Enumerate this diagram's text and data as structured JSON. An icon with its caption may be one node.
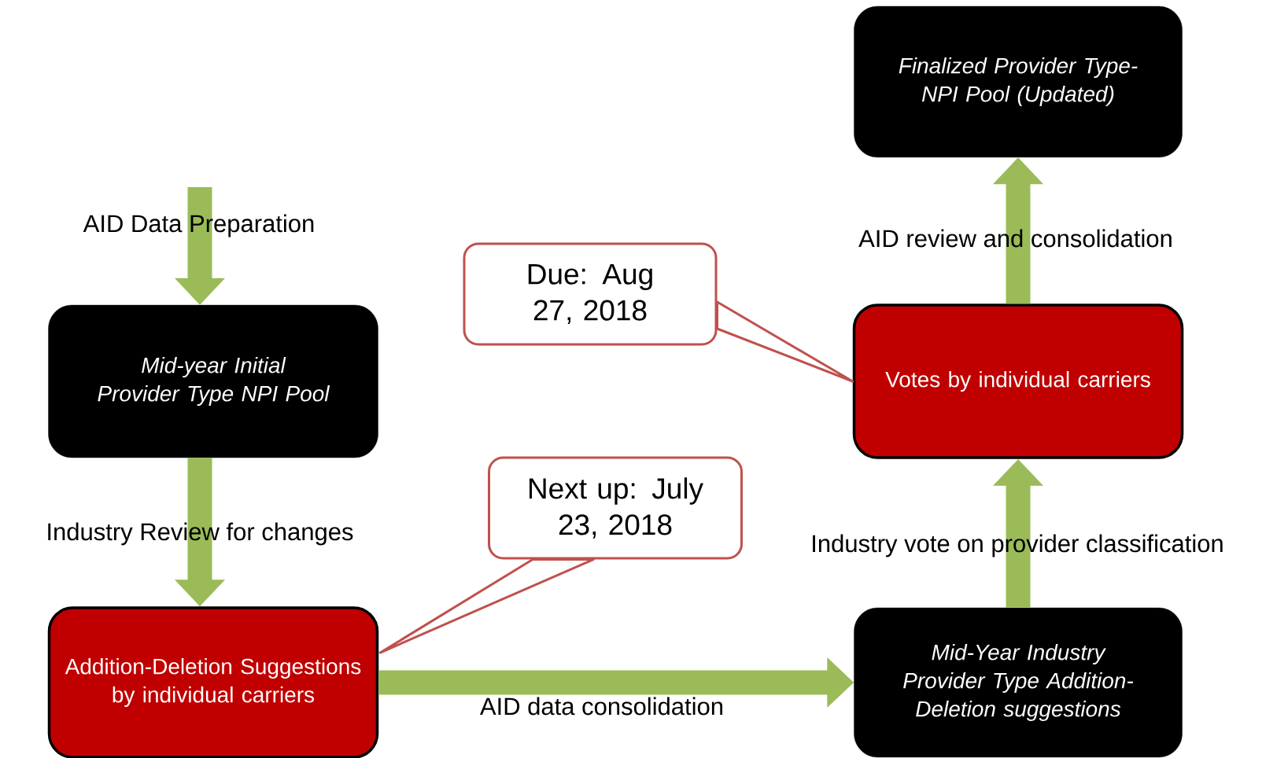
{
  "diagram": {
    "nodes": [
      {
        "text": [
          "Mid-year Initial Provider Type NPI Pool"
        ]
      },
      {
        "text": [
          "Addition-Deletion Suggestions by individual carriers"
        ]
      },
      {
        "text": [
          "Mid-Year Industry Provider Type Addition-Deletion suggestions"
        ]
      },
      {
        "text": [
          "Votes by individual carriers"
        ]
      },
      {
        "text": [
          "Finalized Provider Type-NPI Pool (Updated)"
        ]
      },
      {
        "text": [
          "Due: Aug 27, 2018"
        ]
      },
      {
        "text": [
          "Next up: July 23, 2018"
        ]
      }
    ],
    "edges": [
      {
        "from": null,
        "to": 0,
        "arrow": "to",
        "label": "AID Data Preparation",
        "color": "#9bbb59"
      },
      {
        "from": 0,
        "to": 1,
        "arrow": "to",
        "label": "Industry Review for changes",
        "color": "#9bbb59"
      },
      {
        "from": 1,
        "to": 2,
        "arrow": "to",
        "label": "AID data consolidation",
        "color": "#9bbb59"
      },
      {
        "from": 2,
        "to": 3,
        "arrow": "to",
        "label": "Industry vote on provider classification",
        "color": "#9bbb59"
      },
      {
        "from": 3,
        "to": 4,
        "arrow": "to",
        "label": "AID review and consolidation",
        "color": "#9bbb59"
      },
      {
        "from": 5,
        "to": 3,
        "arrow": "none",
        "color": "#c0504d"
      },
      {
        "from": 6,
        "to": 1,
        "arrow": "none",
        "color": "#c0504d"
      }
    ]
  }
}
